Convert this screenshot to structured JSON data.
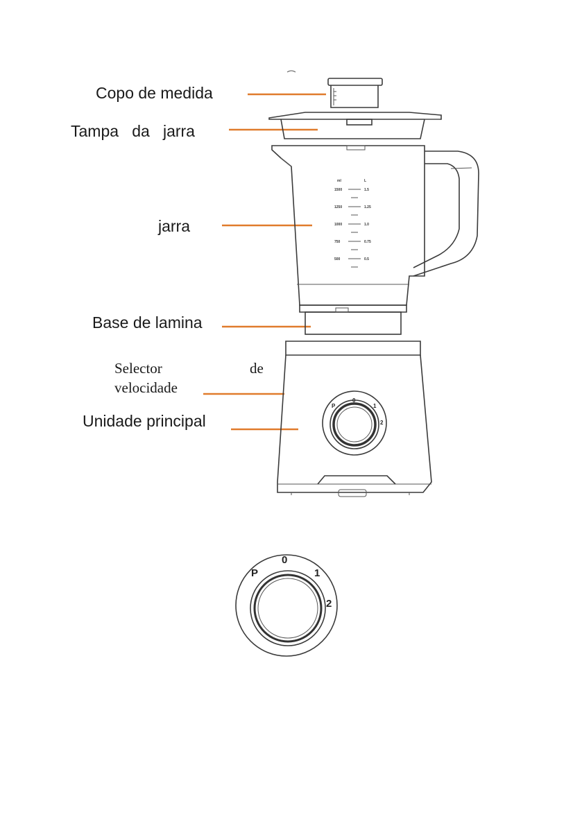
{
  "labels": {
    "measuring_cup": "Copo de medida",
    "jar_lid": "Tampa   da   jarra",
    "jar": "jarra",
    "blade_base": "Base de lamina",
    "speed_selector_line1_a": "Selector",
    "speed_selector_line1_b": "de",
    "speed_selector_line2": "velocidade",
    "main_unit": "Unidade principal"
  },
  "jar_scale": {
    "ml_header": "ml",
    "l_header": "L",
    "ml": [
      "1500",
      "1250",
      "1000",
      "750",
      "500"
    ],
    "l": [
      "1.5",
      "1.25",
      "1.0",
      "0.75",
      "0.5"
    ]
  },
  "dial": {
    "positions": [
      "P",
      "0",
      "1",
      "2"
    ]
  },
  "colors": {
    "leader_line": "#e07b2c",
    "outline": "#3a3a3a"
  }
}
